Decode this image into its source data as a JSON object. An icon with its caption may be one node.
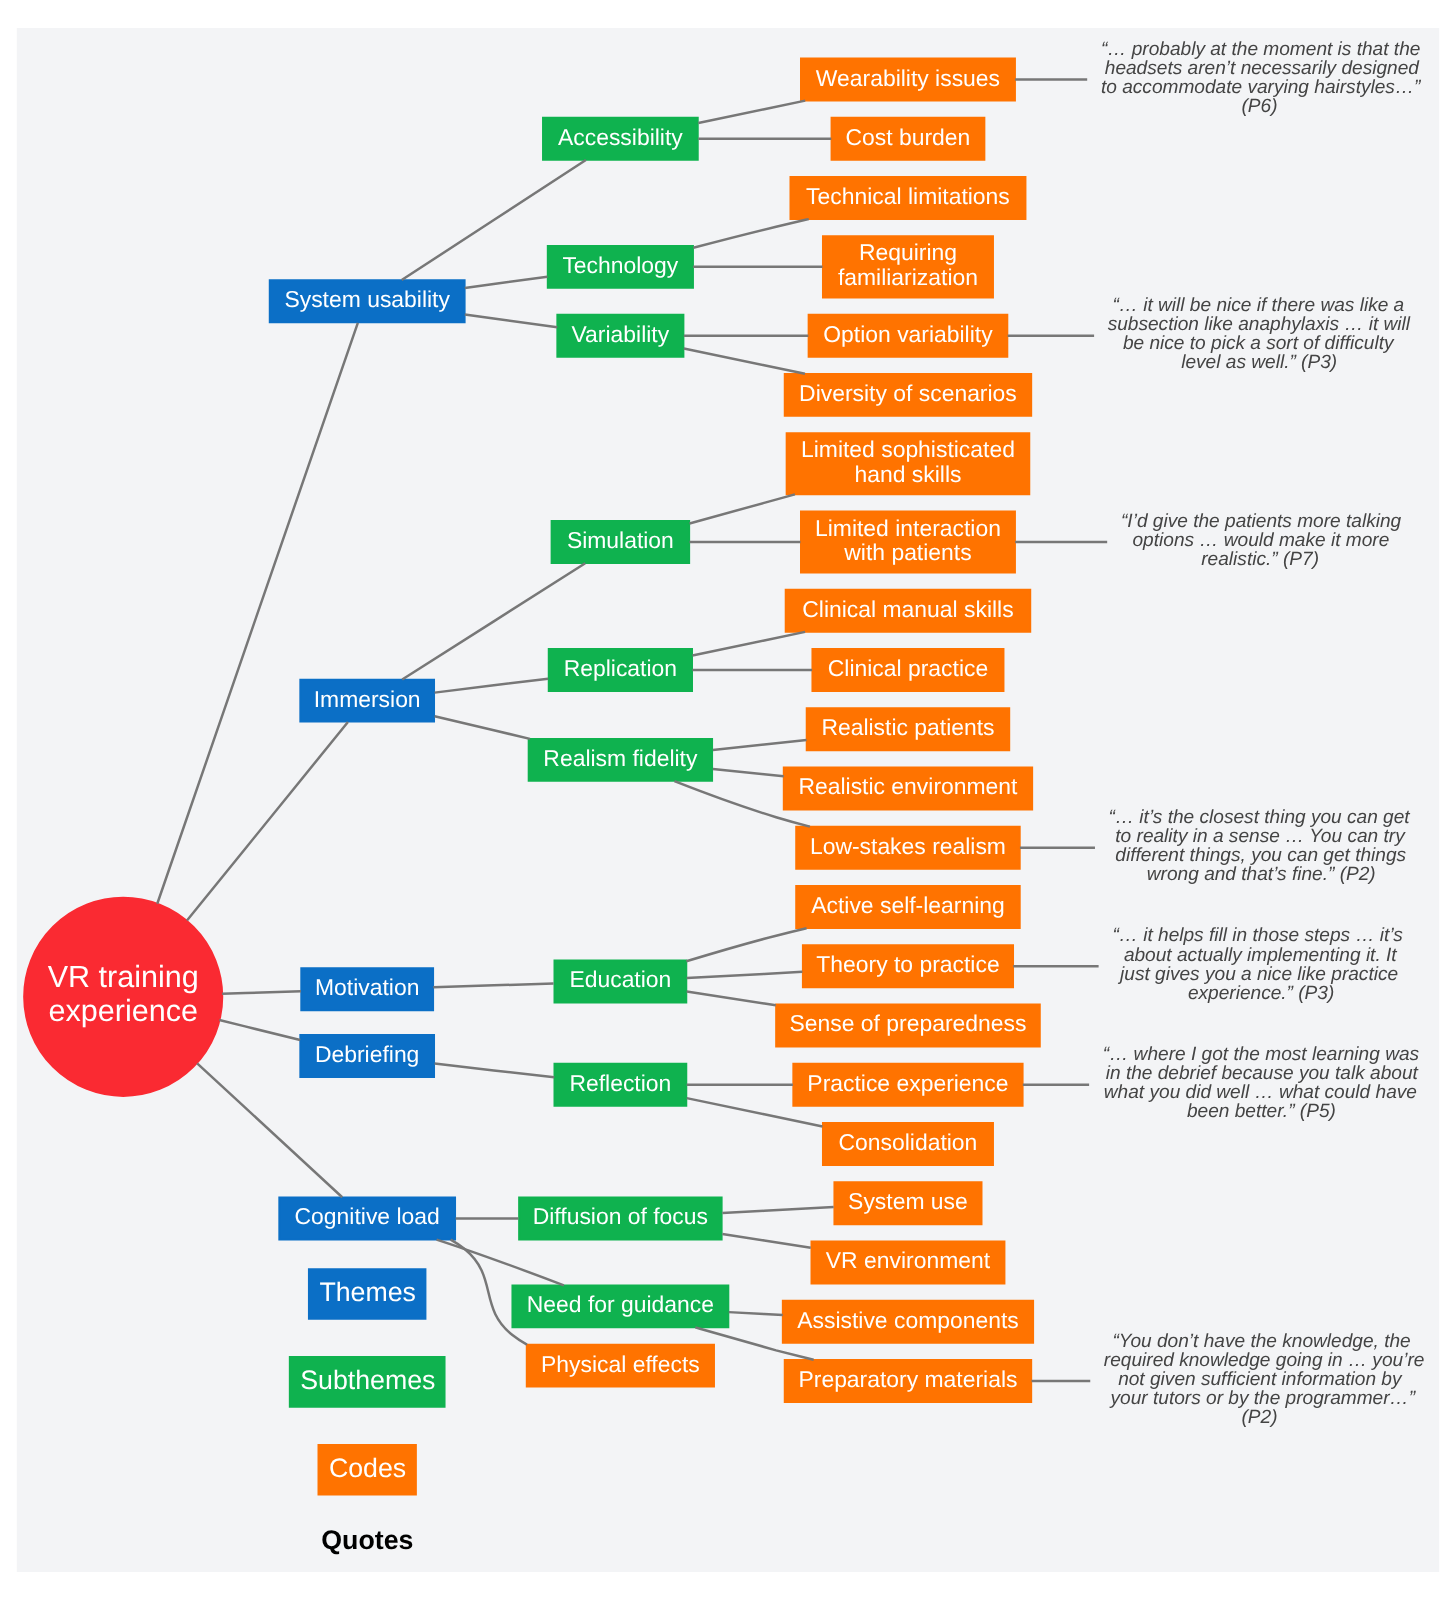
{
  "diagram": {
    "nodes": [
      {
        "text": [
          "VR training experience"
        ]
      },
      {
        "text": [
          "System usability"
        ]
      },
      {
        "text": [
          "Accessibility"
        ]
      },
      {
        "text": [
          "Wearability issues"
        ]
      },
      {
        "text": [
          "“… probably at the moment is that the headsets aren’t necessarily designed to accommodate varying hairstyles…” (P6)"
        ]
      },
      {
        "text": [
          "Cost burden"
        ]
      },
      {
        "text": [
          "Technology"
        ]
      },
      {
        "text": [
          "Technical limitations"
        ]
      },
      {
        "text": [
          "Requiring familiarization"
        ]
      },
      {
        "text": [
          "Variability"
        ]
      },
      {
        "text": [
          "Option variability"
        ]
      },
      {
        "text": [
          "“… it will be nice if there was like a subsection like anaphylaxis … it will be nice to pick a sort of difficulty level as well.” (P3)"
        ]
      },
      {
        "text": [
          "Diversity of scenarios"
        ]
      },
      {
        "text": [
          "Immersion"
        ]
      },
      {
        "text": [
          "Simulation"
        ]
      },
      {
        "text": [
          "Limited sophisticated hand skills"
        ]
      },
      {
        "text": [
          "Limited interaction with patients"
        ]
      },
      {
        "text": [
          "“I’d give the patients more talking options … would make it more realistic.” (P7)"
        ]
      },
      {
        "text": [
          "Replication"
        ]
      },
      {
        "text": [
          "Clinical manual skills"
        ]
      },
      {
        "text": [
          "Clinical practice"
        ]
      },
      {
        "text": [
          "Realism fidelity"
        ]
      },
      {
        "text": [
          "Realistic patients"
        ]
      },
      {
        "text": [
          "Realistic environment"
        ]
      },
      {
        "text": [
          "Low-stakes realism"
        ]
      },
      {
        "text": [
          "“… it’s the closest thing you can get to reality in a sense … You can try different things, you can get things wrong and that’s fine.” (P2)"
        ]
      },
      {
        "text": [
          "Motivation"
        ]
      },
      {
        "text": [
          "Education"
        ]
      },
      {
        "text": [
          "Active self-learning"
        ]
      },
      {
        "text": [
          "Theory to practice"
        ]
      },
      {
        "text": [
          "“… it helps fill in those steps … it’s about actually implementing it. It just gives you a nice like practice experience.” (P3)"
        ]
      },
      {
        "text": [
          "Sense of preparedness"
        ]
      },
      {
        "text": [
          "Debriefing"
        ]
      },
      {
        "text": [
          "Reflection"
        ]
      },
      {
        "text": [
          "Practice experience"
        ]
      },
      {
        "text": [
          "“… where I got the most learning was in the debrief because you talk about what you did well … what could have been better.” (P5)"
        ]
      },
      {
        "text": [
          "Consolidation"
        ]
      },
      {
        "text": [
          "Cognitive load"
        ]
      },
      {
        "text": [
          "Diffusion of focus"
        ]
      },
      {
        "text": [
          "System use"
        ]
      },
      {
        "text": [
          "VR environment"
        ]
      },
      {
        "text": [
          "Need for guidance"
        ]
      },
      {
        "text": [
          "Assistive components"
        ]
      },
      {
        "text": [
          "Preparatory materials"
        ]
      },
      {
        "text": [
          "“You don’t have the knowledge, the required knowledge going in … you’re not given sufficient information by your tutors or by the programmer…” (P2)"
        ]
      },
      {
        "text": [
          "Physical effects"
        ]
      }
    ],
    "edges": [
      {
        "from": 0,
        "to": 1,
        "arrow": "none"
      },
      {
        "from": 1,
        "to": 2,
        "arrow": "none"
      },
      {
        "from": 2,
        "to": 3,
        "arrow": "none"
      },
      {
        "from": 3,
        "to": 4,
        "arrow": "none"
      },
      {
        "from": 2,
        "to": 5,
        "arrow": "none"
      },
      {
        "from": 1,
        "to": 6,
        "arrow": "none"
      },
      {
        "from": 6,
        "to": 7,
        "arrow": "none"
      },
      {
        "from": 6,
        "to": 8,
        "arrow": "none"
      },
      {
        "from": 1,
        "to": 9,
        "arrow": "none"
      },
      {
        "from": 9,
        "to": 10,
        "arrow": "none"
      },
      {
        "from": 10,
        "to": 11,
        "arrow": "none"
      },
      {
        "from": 9,
        "to": 12,
        "arrow": "none"
      },
      {
        "from": 0,
        "to": 13,
        "arrow": "none"
      },
      {
        "from": 13,
        "to": 14,
        "arrow": "none"
      },
      {
        "from": 14,
        "to": 15,
        "arrow": "none"
      },
      {
        "from": 14,
        "to": 16,
        "arrow": "none"
      },
      {
        "from": 16,
        "to": 17,
        "arrow": "none"
      },
      {
        "from": 13,
        "to": 18,
        "arrow": "none"
      },
      {
        "from": 18,
        "to": 19,
        "arrow": "none"
      },
      {
        "from": 18,
        "to": 20,
        "arrow": "none"
      },
      {
        "from": 13,
        "to": 21,
        "arrow": "none"
      },
      {
        "from": 21,
        "to": 22,
        "arrow": "none"
      },
      {
        "from": 21,
        "to": 23,
        "arrow": "none"
      },
      {
        "from": 21,
        "to": 24,
        "arrow": "none"
      },
      {
        "from": 24,
        "to": 25,
        "arrow": "none"
      },
      {
        "from": 0,
        "to": 26,
        "arrow": "none"
      },
      {
        "from": 26,
        "to": 27,
        "arrow": "none"
      },
      {
        "from": 27,
        "to": 28,
        "arrow": "none"
      },
      {
        "from": 27,
        "to": 29,
        "arrow": "none"
      },
      {
        "from": 29,
        "to": 30,
        "arrow": "none"
      },
      {
        "from": 27,
        "to": 31,
        "arrow": "none"
      },
      {
        "from": 0,
        "to": 32,
        "arrow": "none"
      },
      {
        "from": 32,
        "to": 33,
        "arrow": "none"
      },
      {
        "from": 33,
        "to": 34,
        "arrow": "none"
      },
      {
        "from": 34,
        "to": 35,
        "arrow": "none"
      },
      {
        "from": 33,
        "to": 36,
        "arrow": "none"
      },
      {
        "from": 0,
        "to": 37,
        "arrow": "none"
      },
      {
        "from": 37,
        "to": 38,
        "arrow": "none"
      },
      {
        "from": 38,
        "to": 39,
        "arrow": "none"
      },
      {
        "from": 38,
        "to": 40,
        "arrow": "none"
      },
      {
        "from": 37,
        "to": 41,
        "arrow": "none"
      },
      {
        "from": 41,
        "to": 42,
        "arrow": "none"
      },
      {
        "from": 41,
        "to": 43,
        "arrow": "none"
      },
      {
        "from": 43,
        "to": 44,
        "arrow": "none"
      },
      {
        "from": 37,
        "to": 45,
        "arrow": "none"
      }
    ],
    "legend": [
      {
        "text": "Themes",
        "color": "#0b6fc6"
      },
      {
        "text": "Subthemes",
        "color": "#0fb24f"
      },
      {
        "text": "Codes",
        "color": "#ff7300"
      },
      {
        "text": "Quotes"
      }
    ]
  }
}
